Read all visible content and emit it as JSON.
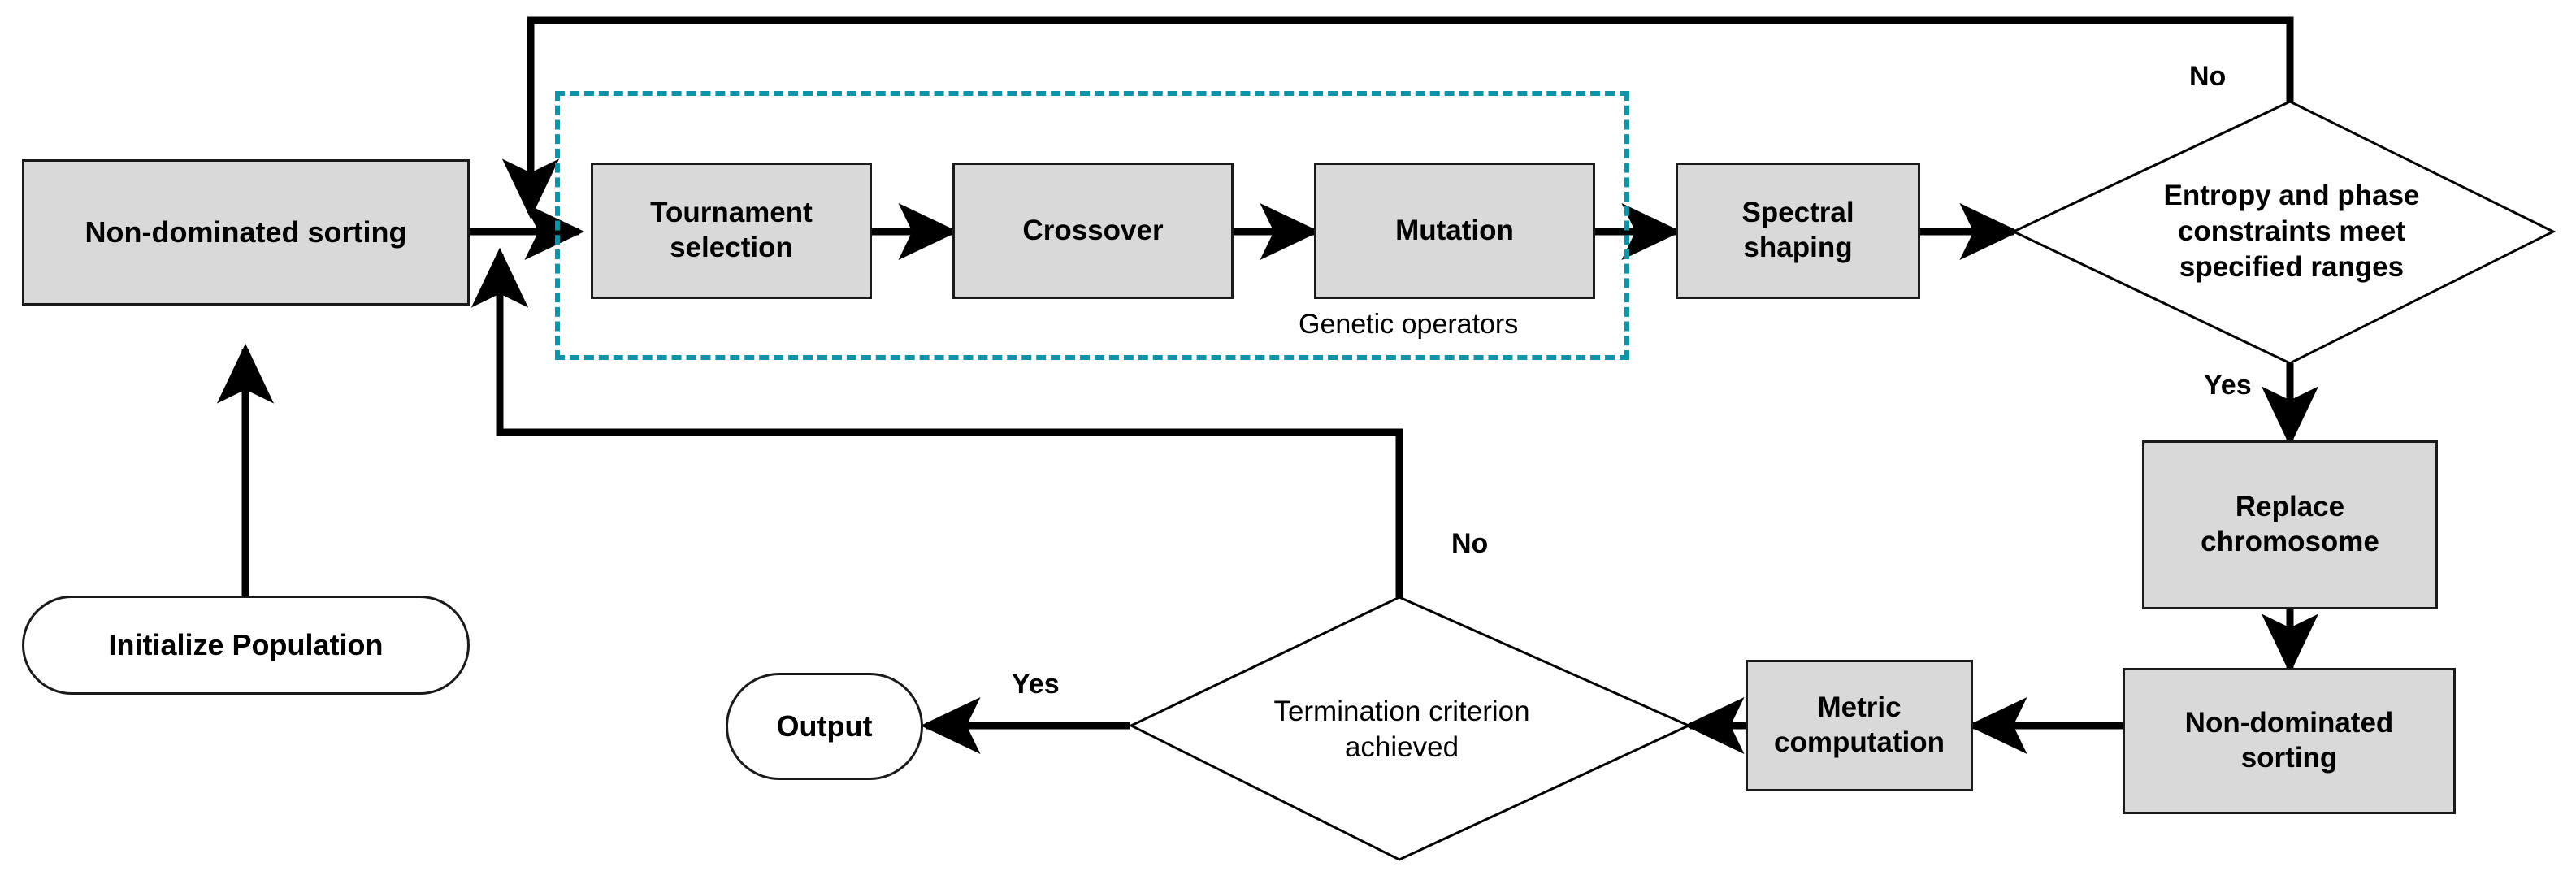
{
  "diagram": {
    "title": "Multi-objective genetic algorithm flowchart",
    "accent_color": "#0e93a8",
    "node_fill": "#d9d9d9",
    "stroke_color": "#1a1a1a"
  },
  "nodes": {
    "non_dominated_sorting_top": "Non-dominated sorting",
    "initialize_population": "Initialize Population",
    "tournament_selection": "Tournament\nselection",
    "tournament_selection_l1": "Tournament",
    "tournament_selection_l2": "selection",
    "crossover": "Crossover",
    "mutation": "Mutation",
    "spectral_shaping_l1": "Spectral",
    "spectral_shaping_l2": "shaping",
    "entropy_decision_l1": "Entropy and phase",
    "entropy_decision_l2": "constraints meet",
    "entropy_decision_l3": "specified ranges",
    "replace_chromosome_l1": "Replace",
    "replace_chromosome_l2": "chromosome",
    "non_dominated_sorting_bottom_l1": "Non-dominated",
    "non_dominated_sorting_bottom_l2": "sorting",
    "metric_computation_l1": "Metric",
    "metric_computation_l2": "computation",
    "termination_decision_l1": "Termination criterion",
    "termination_decision_l2": "achieved",
    "output": "Output"
  },
  "groups": {
    "genetic_operators_caption": "Genetic operators"
  },
  "edge_labels": {
    "entropy_no": "No",
    "entropy_yes": "Yes",
    "termination_no": "No",
    "termination_yes": "Yes"
  }
}
